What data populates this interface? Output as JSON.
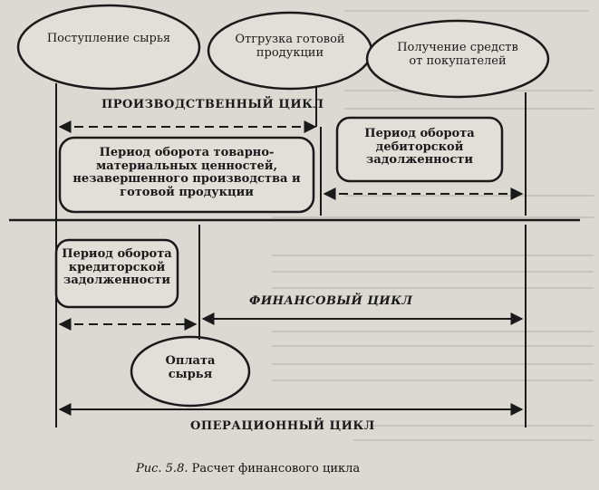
{
  "nodes": {
    "raw_receipt": "Поступление сырья",
    "shipment": "Отгрузка готовой продукции",
    "payment_received": "Получение средств от покупателей",
    "inventory_period": "Период оборота товарно-материальных ценностей, незавершенного производства и готовой продукции",
    "receivables_period": "Период оборота дебиторской задолженности",
    "payables_period": "Период оборота кредиторской задолженности",
    "raw_payment": "Оплата сырья"
  },
  "cycles": {
    "production": "ПРОИЗВОДСТВЕННЫЙ ЦИКЛ",
    "financial": "ФИНАНСОВЫЙ ЦИКЛ",
    "operational": "ОПЕРАЦИОННЫЙ ЦИКЛ"
  },
  "caption": {
    "prefix": "Рис. 5.8.",
    "text": "Расчет финансового цикла"
  }
}
